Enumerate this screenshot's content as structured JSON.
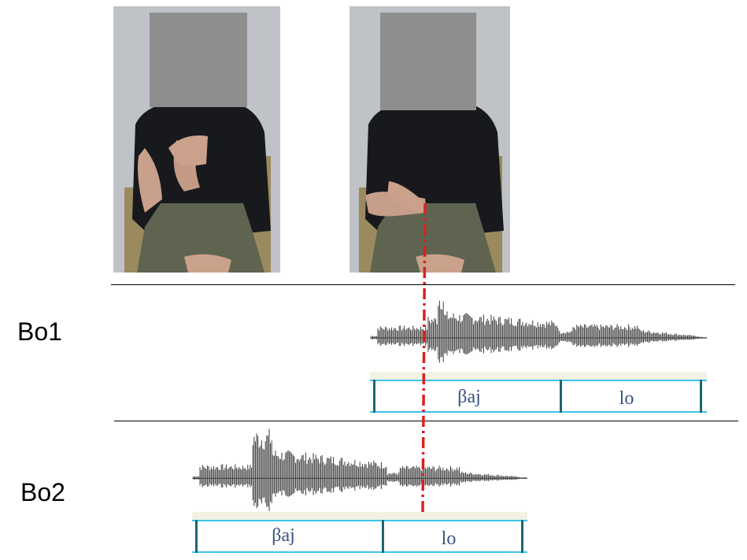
{
  "colors": {
    "sync_line": "#d9221f",
    "waveform": "#3a3a3a",
    "tier_border": "#3ec4ea",
    "tier_boundary": "#1b6670",
    "segment_text": "#3a5383",
    "face_blur": "#8e8e8e"
  },
  "rows": [
    {
      "label": "Bo1",
      "segments": [
        "βaj",
        "lo"
      ]
    },
    {
      "label": "Bo2",
      "segments": [
        "βaj",
        "lo"
      ]
    }
  ]
}
